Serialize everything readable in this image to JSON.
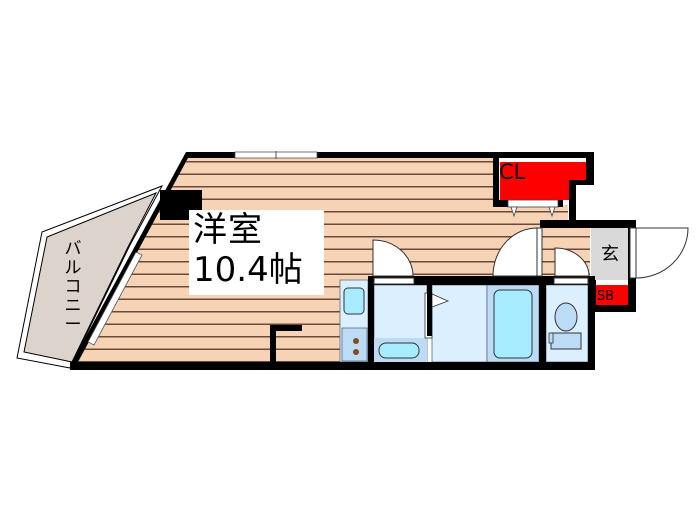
{
  "floor_plan": {
    "main_room": {
      "name": "洋室",
      "size": "10.4帖"
    },
    "closet": {
      "label": "CL"
    },
    "entrance": {
      "label": "玄"
    },
    "shoe_box": {
      "label": "SB"
    },
    "balcony": {
      "label": "バルコニー",
      "chars": [
        "バ",
        "ル",
        "コ",
        "ニ",
        "ー"
      ]
    },
    "colors": {
      "floor": "#f6d3b4",
      "floor_lines": "#6b4a3a",
      "wall": "#000000",
      "storage": "#ff0000",
      "wet_area": "#dcefff",
      "fixture": "#a8ecff",
      "balcony": "#dcd4cc",
      "entrance": "#d9d9d9"
    }
  }
}
